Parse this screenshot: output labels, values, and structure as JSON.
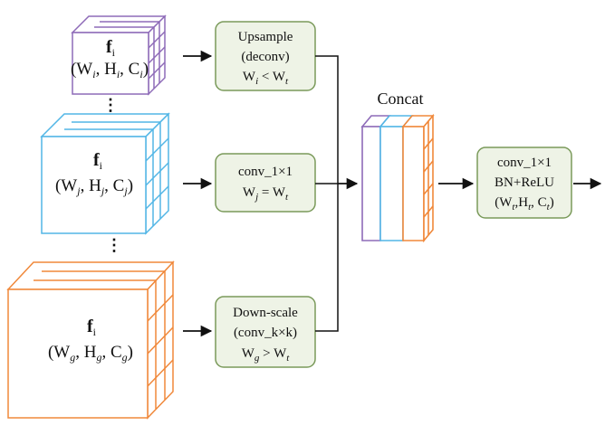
{
  "diagram": {
    "cubes": [
      {
        "name": "f",
        "sub": "i",
        "dims": "(W",
        "d1sub": "i",
        "d2": ", H",
        "d2sub": "i",
        "d3": ", C",
        "d3sub": "i",
        "close": ")",
        "color": "#8e6bb8"
      },
      {
        "name": "f",
        "sub": "i",
        "dims": "(W",
        "d1sub": "j",
        "d2": ", H",
        "d2sub": "j",
        "d3": ", C",
        "d3sub": "j",
        "close": ")",
        "color": "#52b6e6"
      },
      {
        "name": "f",
        "sub": "i",
        "dims": "(W",
        "d1sub": "g",
        "d2": ", H",
        "d2sub": "g",
        "d3": ", C",
        "d3sub": "g",
        "close": ")",
        "color": "#f0883a"
      }
    ],
    "ops": [
      {
        "line1": "Upsample",
        "line2": "(deconv)",
        "line3a": "W",
        "line3a_sub": "i",
        "line3b": " < W",
        "line3b_sub": "t"
      },
      {
        "line1": "conv_1×1",
        "line2a": "W",
        "line2a_sub": "j",
        "line2b": " = W",
        "line2b_sub": "t"
      },
      {
        "line1": "Down-scale",
        "line2": "(conv_k×k)",
        "line3a": "W",
        "line3a_sub": "g",
        "line3b": " > W",
        "line3b_sub": "t"
      }
    ],
    "concat_label": "Concat",
    "final": {
      "line1": "conv_1×1",
      "line2": "BN+ReLU",
      "line3a": "(W",
      "line3a_sub": "t",
      "line3b": ",H",
      "line3b_sub": "t",
      "line3c": ", C",
      "line3c_sub": "t",
      "line3d": ")"
    },
    "dots": "⋮",
    "colors": {
      "box_stroke": "#7a9a5a",
      "box_fill": "#eef3e6",
      "purple": "#8e6bb8",
      "blue": "#52b6e6",
      "orange": "#f0883a"
    }
  }
}
